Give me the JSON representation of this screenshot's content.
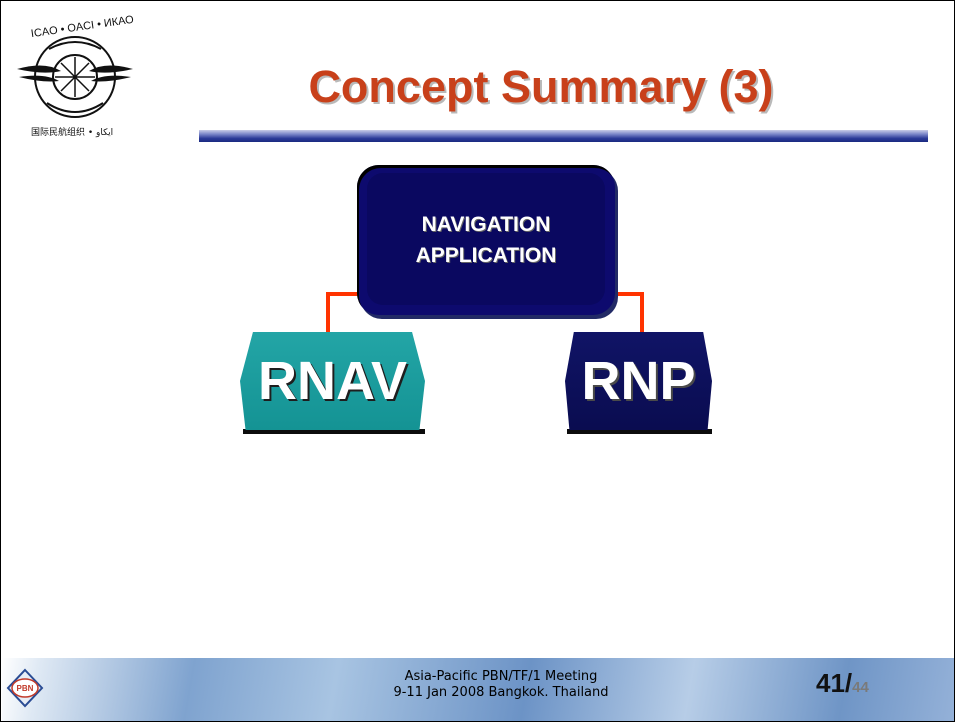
{
  "slide": {
    "title": "Concept Summary (3)",
    "logo": {
      "icon": "icao-emblem-icon",
      "text_top": "ICAO • OACI • ИКАО",
      "text_bottom": "国际民航组织 • ایكاو"
    },
    "diagram": {
      "root": "NAVIGATION\nAPPLICATION",
      "root_line1": "NAVIGATION",
      "root_line2": "APPLICATION",
      "children": [
        "RNAV",
        "RNP"
      ]
    },
    "footer": {
      "line1": "Asia-Pacific PBN/TF/1 Meeting",
      "line2": "9-11 Jan 2008  Bangkok. Thailand",
      "page_current": "41/",
      "page_total": "44",
      "pbn_logo_text": "PBN"
    },
    "colors": {
      "title": "#c8401a",
      "root_box": "#0d0a6e",
      "rnav_box": "#1c9c9d",
      "rnp_box": "#0d1060",
      "connector": "#ff3300"
    }
  }
}
